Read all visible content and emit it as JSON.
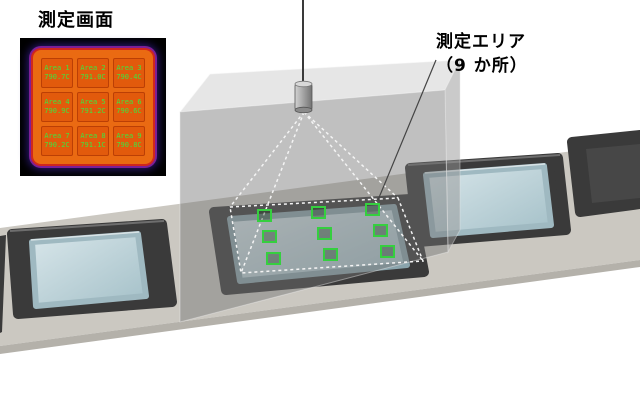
{
  "labels": {
    "screen_label": "測定画面",
    "area_label_line1": "測定エリア",
    "area_label_line2": "（9 か所）"
  },
  "thermal_image": {
    "areas": [
      {
        "name": "Area 1",
        "temp": "790.7C"
      },
      {
        "name": "Area 2",
        "temp": "791.0C"
      },
      {
        "name": "Area 3",
        "temp": "790.4C"
      },
      {
        "name": "Area 4",
        "temp": "790.9C"
      },
      {
        "name": "Area 5",
        "temp": "791.2C"
      },
      {
        "name": "Area 6",
        "temp": "790.6C"
      },
      {
        "name": "Area 7",
        "temp": "790.2C"
      },
      {
        "name": "Area 8",
        "temp": "791.1C"
      },
      {
        "name": "Area 9",
        "temp": "790.8C"
      }
    ]
  },
  "colors": {
    "marker_green": "#35cf3f",
    "thermal_orange": "#ea6a12",
    "thermal_text_green": "#3fe53f",
    "glass_blue": "#bdd3d9",
    "tray_gray": "#3a3a3a",
    "belt_gray": "#cbc8c1"
  }
}
